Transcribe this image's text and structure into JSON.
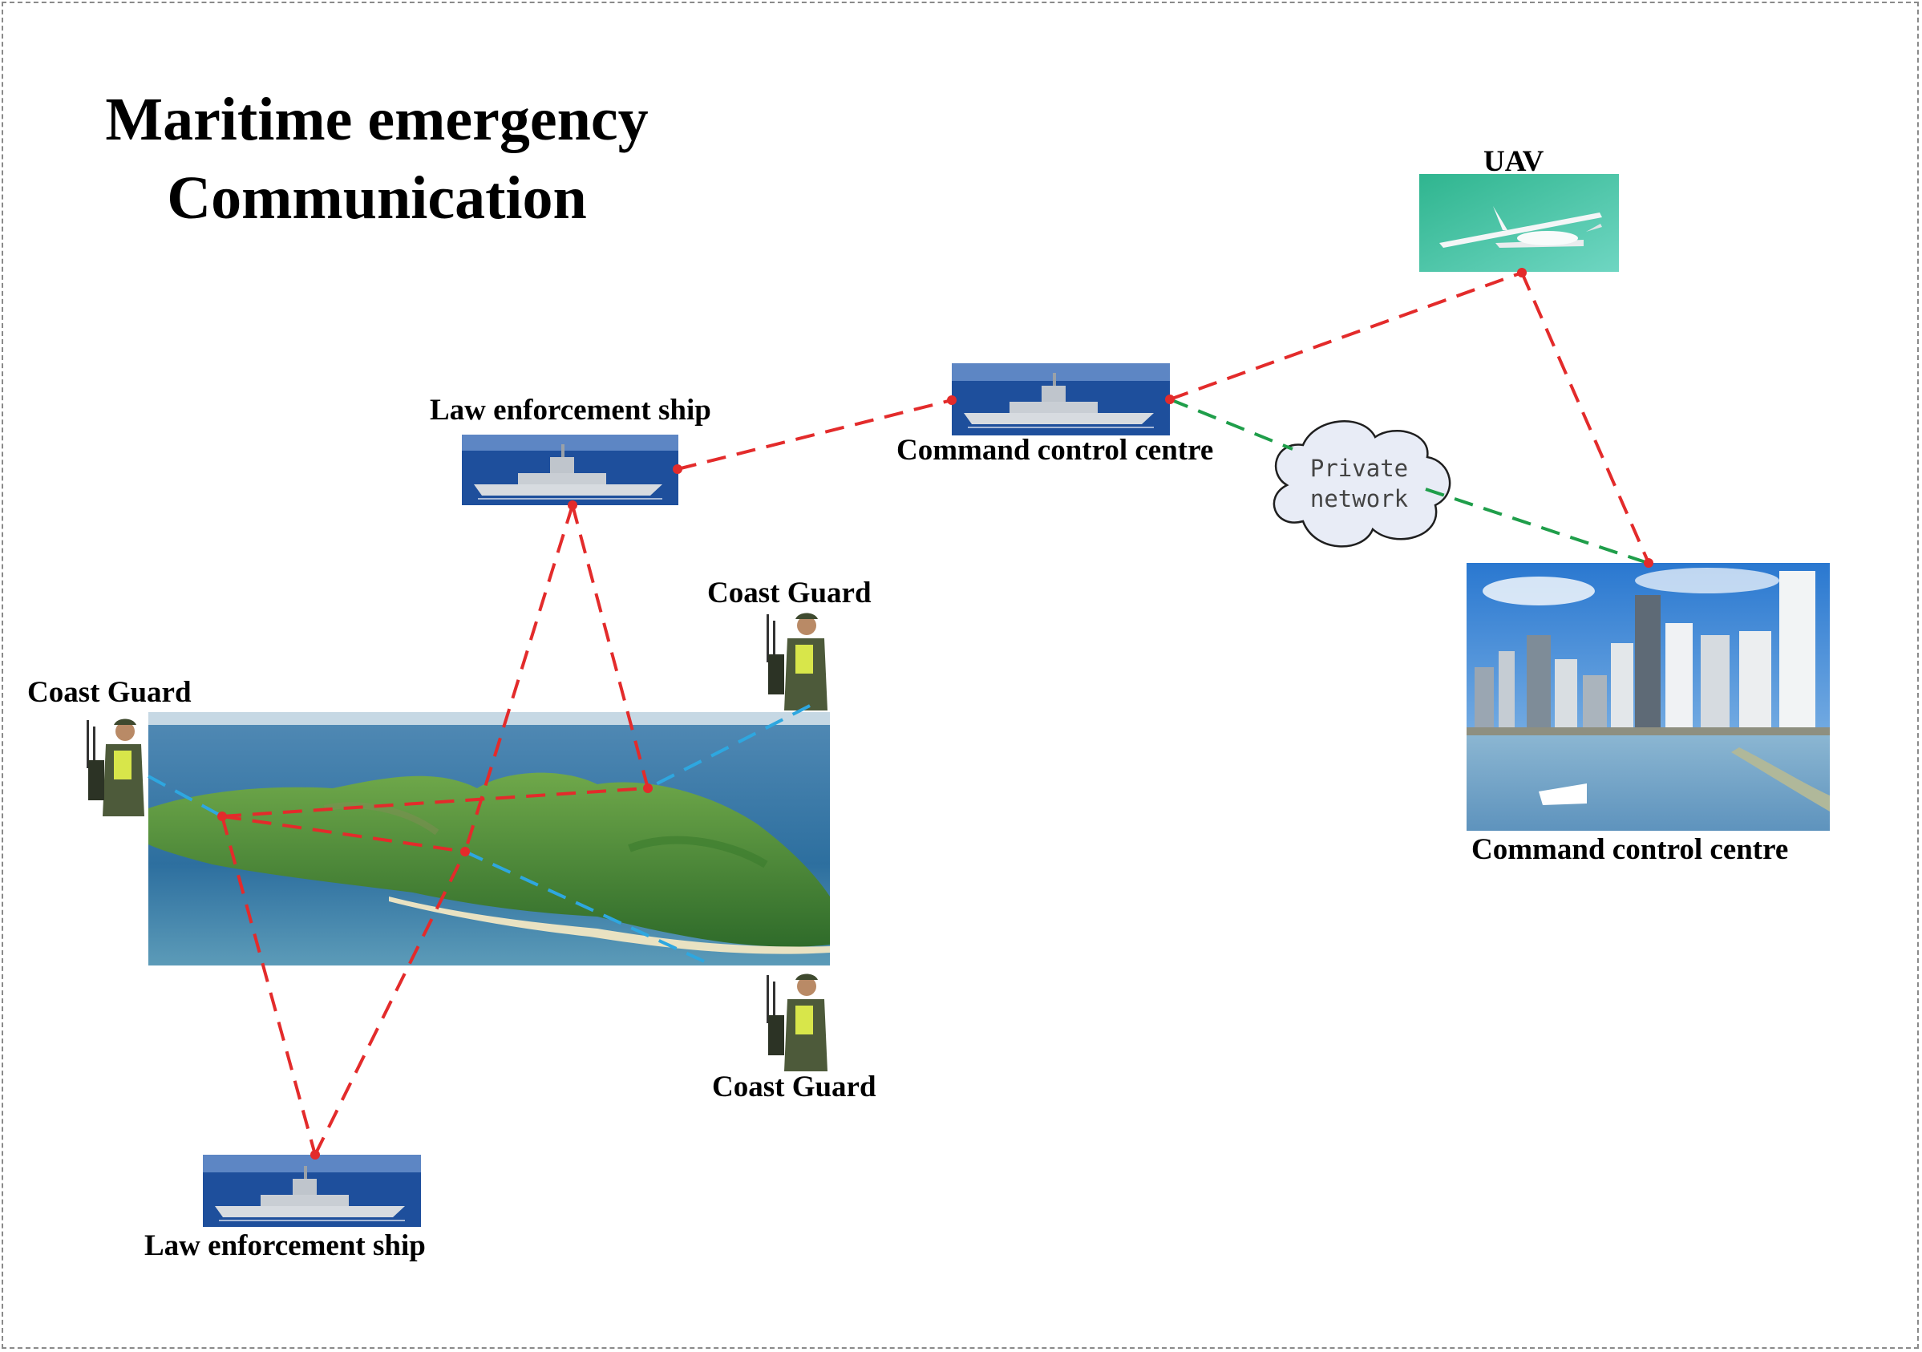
{
  "title": {
    "line1": "Maritime emergency",
    "line2": "Communication"
  },
  "nodes": {
    "ship_top": {
      "label": "Law enforcement ship"
    },
    "ship_bottom": {
      "label": "Law enforcement ship"
    },
    "command_ship": {
      "label": "Command control centre"
    },
    "uav": {
      "label": "UAV"
    },
    "command_city": {
      "label": "Command control centre"
    },
    "guard_left": {
      "label": "Coast Guard"
    },
    "guard_top_right": {
      "label": "Coast Guard"
    },
    "guard_bottom_right": {
      "label": "Coast Guard"
    },
    "cloud": {
      "line1": "Private",
      "line2": "network"
    }
  },
  "colors": {
    "link_radio": "#e32b2b",
    "link_network": "#1f9e4a",
    "link_local": "#2ea7e0",
    "sea_deep": "#1e4f9c",
    "cloud_fill": "#e8ecf6"
  }
}
